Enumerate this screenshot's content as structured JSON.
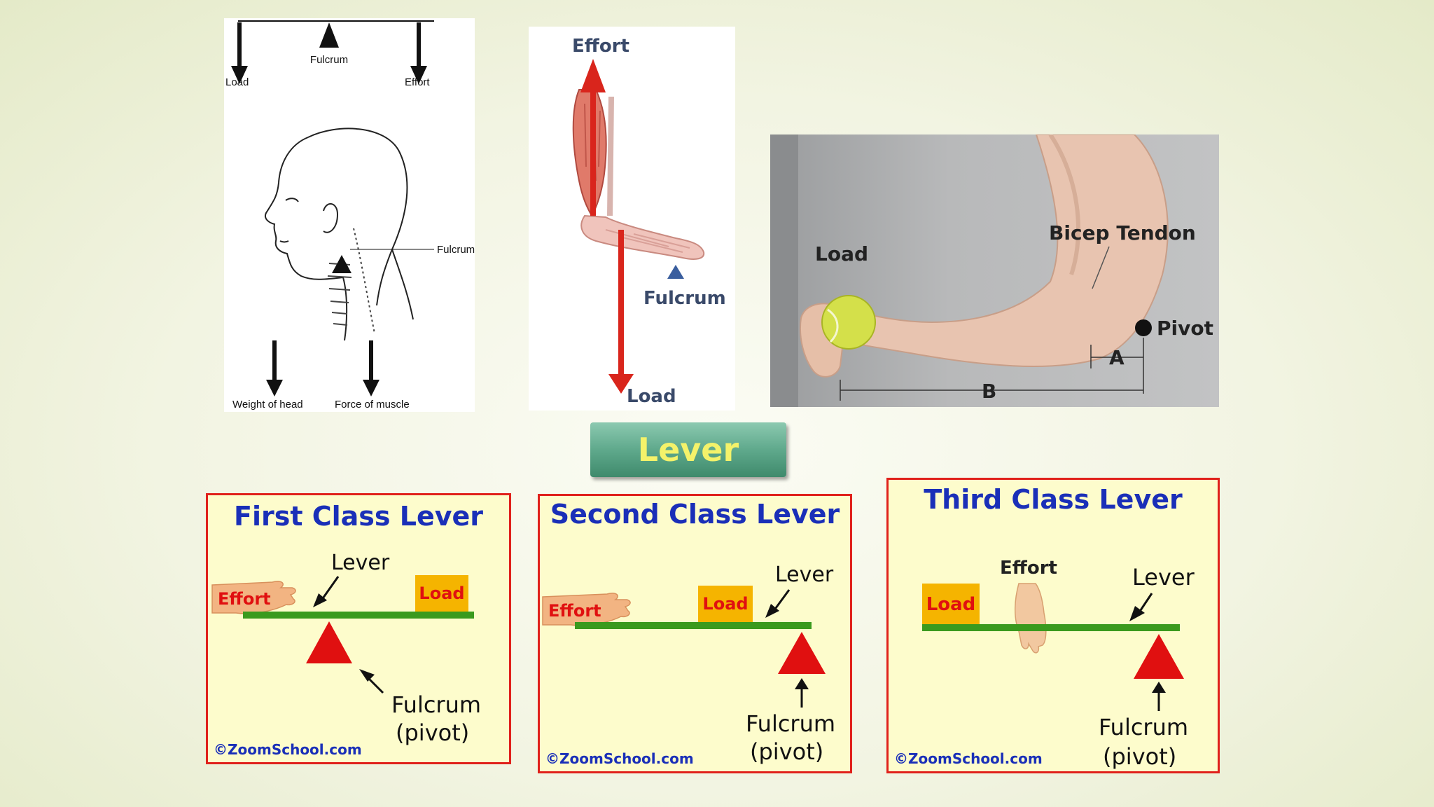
{
  "neck_diagram": {
    "top_labels": {
      "load": "Load",
      "fulcrum": "Fulcrum",
      "effort": "Effort"
    },
    "fulcrum_label": "Fulcrum",
    "weight_label": "Weight of head",
    "force_label": "Force of muscle"
  },
  "foot_diagram": {
    "effort_label": "Effort",
    "fulcrum_label": "Fulcrum",
    "load_label": "Load"
  },
  "arm_photo": {
    "load_label": "Load",
    "tendon_label": "Bicep Tendon",
    "pivot_label": "Pivot",
    "a_label": "A",
    "b_label": "B"
  },
  "title": "Lever",
  "cards": [
    {
      "title": "First Class Lever",
      "effort": "Effort",
      "load": "Load",
      "lever": "Lever",
      "fulcrum": "Fulcrum",
      "pivot": "(pivot)",
      "copyright": "©ZoomSchool.com"
    },
    {
      "title": "Second Class Lever",
      "effort": "Effort",
      "load": "Load",
      "lever": "Lever",
      "fulcrum": "Fulcrum",
      "pivot": "(pivot)",
      "copyright": "©ZoomSchool.com"
    },
    {
      "title": "Third Class Lever",
      "effort": "Effort",
      "load": "Load",
      "lever": "Lever",
      "fulcrum": "Fulcrum",
      "pivot": "(pivot)",
      "copyright": "©ZoomSchool.com"
    }
  ],
  "colors": {
    "card_border": "#e0211b",
    "card_bg": "#fdfccc",
    "card_title": "#1a2fb8",
    "lever_bar": "#3a9a1e",
    "fulcrum": "#e01010",
    "load_box": "#f5b400",
    "load_text": "#e01010",
    "title_text": "#f4f26a"
  }
}
